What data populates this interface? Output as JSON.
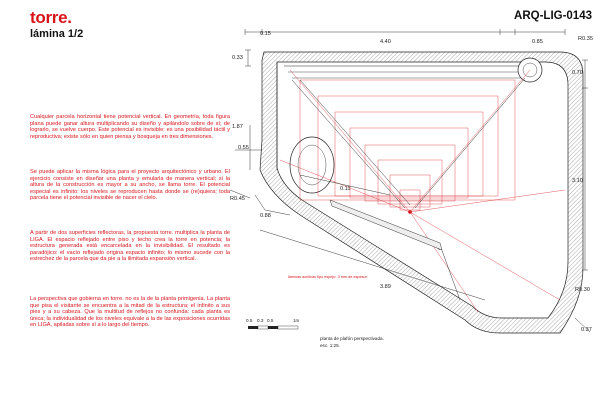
{
  "header": {
    "title": "torre.",
    "subtitle": "lámina 1/2",
    "code": "ARQ-LIG-0143"
  },
  "paragraphs": [
    "Cualquier parcela horizontal tiene potencial vertical. En geometría, toda figura plana puede ganar altura multiplicando su diseño y apilándolo sobre de sí; de lograrlo, se vuelve cuerpo. Este potencial es invisible: es una posibilidad táctil y reproductiva; existe sólo en quien piensa y bosqueja en tres dimensiones.",
    "Se puede aplicar la misma lógica para el proyecto arquitectónico y urbano. El ejercicio consiste en diseñar una planta y emularla de manera vertical; si la altura de la construcción es mayor a su ancho, se llama torre. El potencial especial es infinito: los niveles se reproducen hasta donde se (re)quiera; toda parcela tiene el potencial invisible de nacer el cielo.",
    "A partir de dos superficies reflectoras, la propuesta torre. multiplica la planta de LIGA. El espacio reflejado entre piso y techo crea la torre en potencia; la estructura generada está encarcelada en la invisibilidad. El resultado es paradójico: el vacío reflejado origina espacio infinito; lo mismo sucede con la estrechez de la parcela que da pie a la ilimitada expansión vertical.",
    "La perspectiva que gobierna en torre. no es la de la planta primigenia. La planta que pisa el visitante se encuentra a la mitad de la estructura; el infinito a sus pies y a su cabeza. Que la multitud de reflejos no confunda: cada planta es única; la individualidad de los niveles equivale a la de las exposiciones ocurridas en LIGA, apiladas sobre sí a lo largo del tiempo."
  ],
  "dimensions": {
    "top_small": "0.15",
    "top_main": "4.40",
    "top_right": "0.85",
    "r_top": "R0.35",
    "left_033": "0.33",
    "left_187": "1.87",
    "left_055": "0.55",
    "r_left": "R0.45",
    "diag_011": "0.11",
    "diag_088": "0.88",
    "diag_389": "3.89",
    "right_070": "0.70",
    "right_310": "3.10",
    "r_bottom": "R0.30",
    "right_037": "0.37"
  },
  "scale_bar": {
    "labels": [
      "0.5",
      "0.3",
      "0.5",
      "1m"
    ]
  },
  "notes": {
    "mirror_note": "láminas acrílicas tipo espejo. 3 mm de espesor.",
    "caption_line1": "planta de plafón perspectivada.",
    "caption_line2": "esc. 1:25."
  },
  "colors": {
    "accent": "#d8141a",
    "ink": "#222222",
    "hatch": "#555555"
  }
}
